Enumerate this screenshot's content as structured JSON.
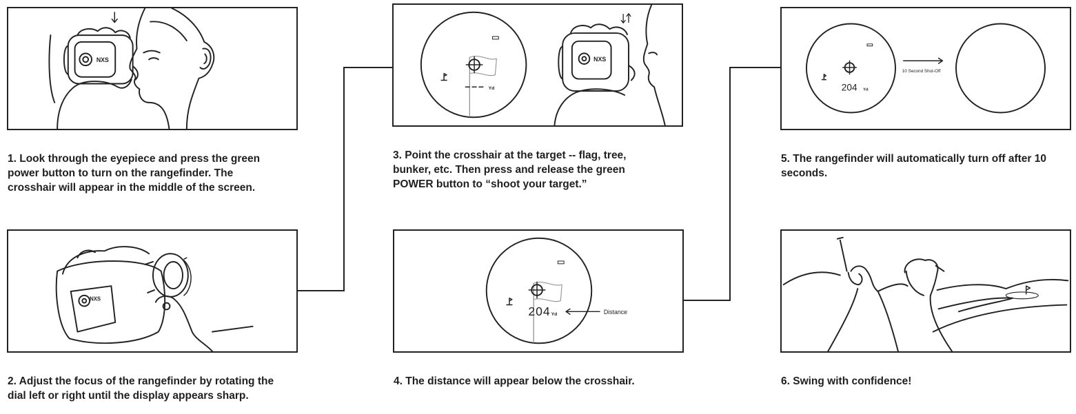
{
  "steps": [
    {
      "number": "1",
      "text": "1. Look through the eyepiece and press the green\npower button to turn on the rangefinder. The\ncrosshair will appear in the middle of the screen."
    },
    {
      "number": "2",
      "text": "2. Adjust the focus of the rangefinder by rotating the\ndial left or right until the display appears sharp."
    },
    {
      "number": "3",
      "text": "3. Point the crosshair at the target -- flag, tree,\nbunker, etc. Then press and release the green\nPOWER button to “shoot your target.”"
    },
    {
      "number": "4",
      "text": "4. The distance will appear below the crosshair."
    },
    {
      "number": "5",
      "text": "5. The rangefinder will automatically turn off after 10\nseconds."
    },
    {
      "number": "6",
      "text": "6. Swing with confidence!"
    }
  ],
  "device": {
    "logo_text": "NXS"
  },
  "display": {
    "unit": "Yd",
    "distance_value": "204",
    "distance_label": "Distance",
    "shutoff_label": "10 Second Shut-Off"
  },
  "colors": {
    "line": "#222222",
    "text": "#1f1f1f"
  }
}
